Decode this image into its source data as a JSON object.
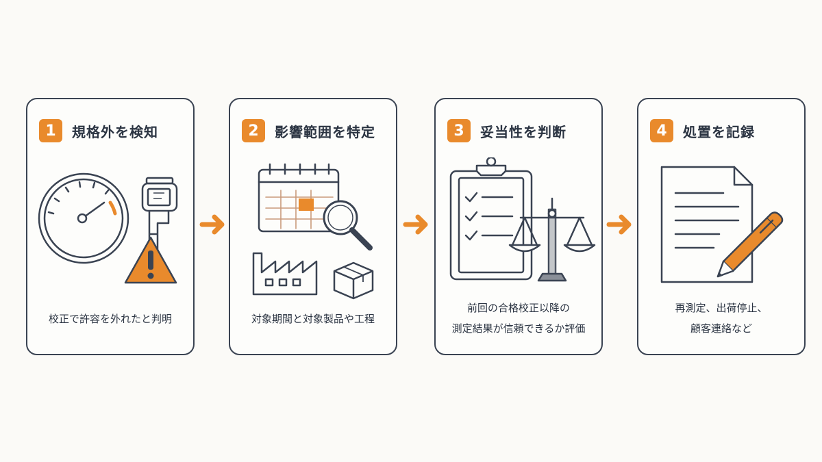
{
  "steps": [
    {
      "number": "1",
      "title": "規格外を検知",
      "caption": [
        "校正で許容を外れたと判明"
      ],
      "icons": [
        "gauge-icon",
        "caliper-icon",
        "warning-icon"
      ]
    },
    {
      "number": "2",
      "title": "影響範囲を特定",
      "caption": [
        "対象期間と対象製品や工程"
      ],
      "icons": [
        "calendar-icon",
        "magnifier-icon",
        "factory-icon",
        "box-icon"
      ]
    },
    {
      "number": "3",
      "title": "妥当性を判断",
      "caption": [
        "前回の合格校正以降の",
        "測定結果が信頼できるか評価"
      ],
      "icons": [
        "clipboard-checklist-icon",
        "balance-scale-icon"
      ]
    },
    {
      "number": "4",
      "title": "処置を記録",
      "caption": [
        "再測定、出荷停止、",
        "顧客連絡など"
      ],
      "icons": [
        "document-icon",
        "pen-icon"
      ]
    }
  ],
  "colors": {
    "accent": "#e98a2c",
    "ink": "#3a4352",
    "background": "#fbfaf7"
  }
}
